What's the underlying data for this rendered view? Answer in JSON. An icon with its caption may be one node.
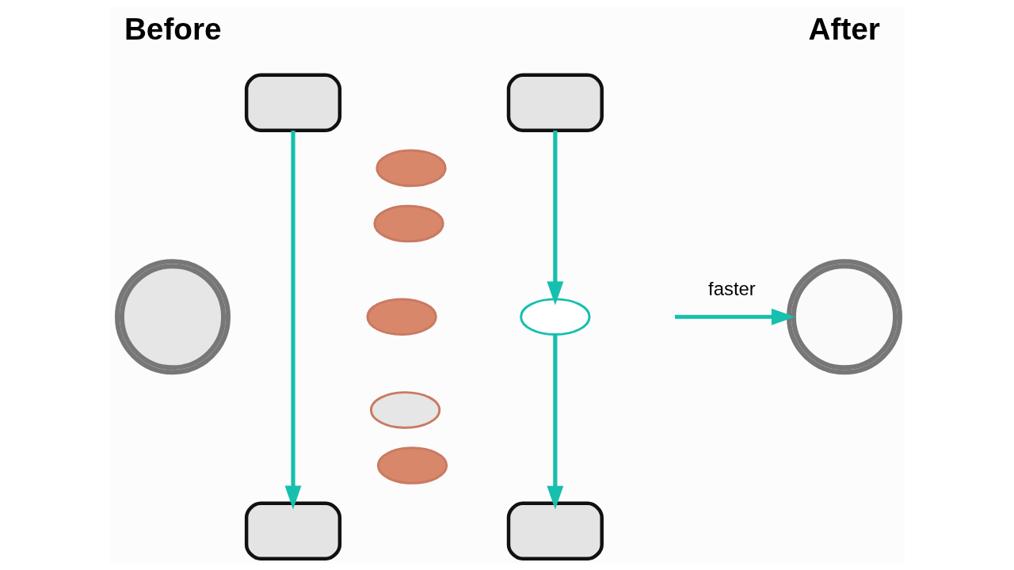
{
  "diagram": {
    "nodes": [
      {
        "text": [],
        "shape": "bubble"
      },
      {
        "text": [],
        "shape": "bubble"
      },
      {
        "text": [],
        "shape": "clock"
      },
      {
        "text": [],
        "shape": "cloud"
      },
      {
        "text": [],
        "shape": "cloud"
      },
      {
        "text": [],
        "shape": "cloud"
      },
      {
        "text": [],
        "shape": "cloud"
      },
      {
        "text": [],
        "shape": "cloud"
      },
      {
        "text": [],
        "shape": "bubble"
      },
      {
        "text": [],
        "shape": "cloud"
      },
      {
        "text": [],
        "shape": "bubble"
      },
      {
        "text": [],
        "shape": "clock"
      }
    ],
    "edges": [
      {
        "from": 0,
        "to": 1,
        "arrow": "to"
      },
      {
        "from": 8,
        "to": 9,
        "arrow": "to"
      },
      {
        "from": 9,
        "to": 10,
        "arrow": "to"
      },
      {
        "from": null,
        "to": 11,
        "arrow": "to",
        "label": "faster"
      }
    ],
    "labels": [
      "Before",
      "After"
    ]
  }
}
